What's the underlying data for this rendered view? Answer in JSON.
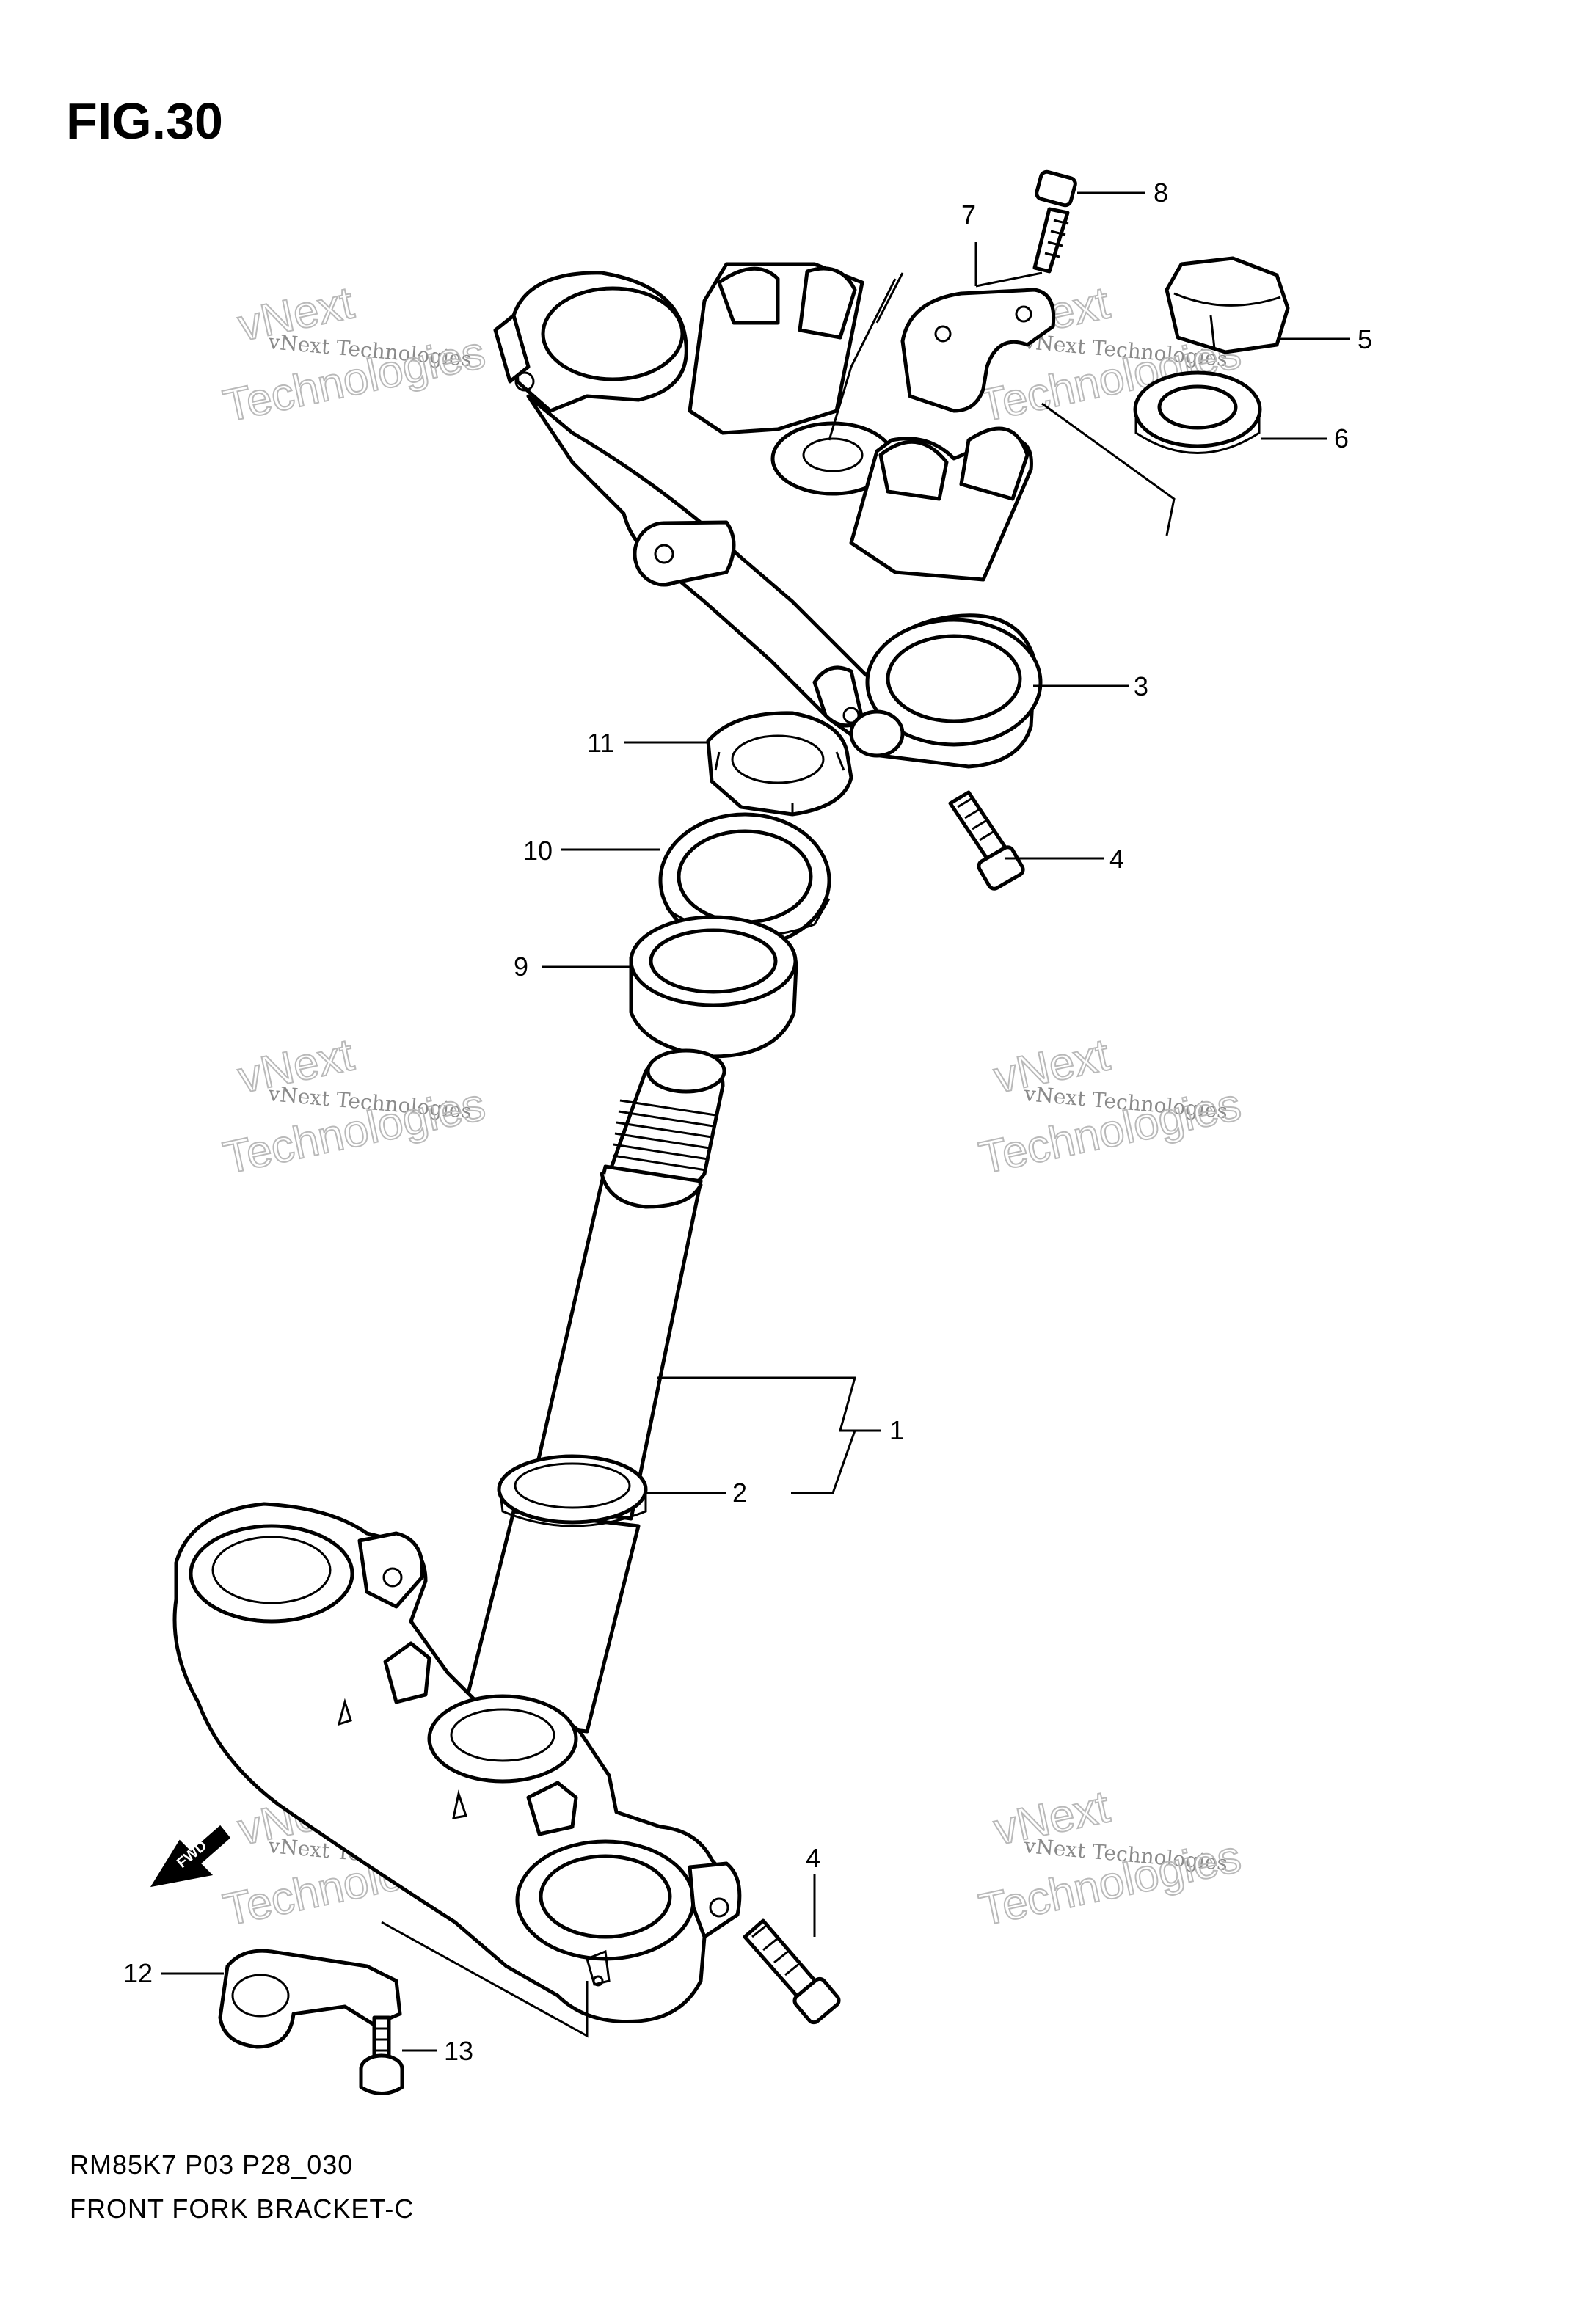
{
  "figure": {
    "title": "FIG.30",
    "diagram_code": "RM85K7 P03 P28_030",
    "diagram_name": "FRONT FORK BRACKET-C",
    "direction_arrow": "FWD"
  },
  "callouts": [
    {
      "id": "c1",
      "label": "1"
    },
    {
      "id": "c2",
      "label": "2"
    },
    {
      "id": "c3",
      "label": "3"
    },
    {
      "id": "c4a",
      "label": "4"
    },
    {
      "id": "c4b",
      "label": "4"
    },
    {
      "id": "c5",
      "label": "5"
    },
    {
      "id": "c6",
      "label": "6"
    },
    {
      "id": "c7",
      "label": "7"
    },
    {
      "id": "c8",
      "label": "8"
    },
    {
      "id": "c9",
      "label": "9"
    },
    {
      "id": "c10",
      "label": "10"
    },
    {
      "id": "c11",
      "label": "11"
    },
    {
      "id": "c12",
      "label": "12"
    },
    {
      "id": "c13",
      "label": "13"
    }
  ],
  "watermark": {
    "line1": "vNext Technologies",
    "line2": "vNext",
    "line3": "Technologies"
  }
}
